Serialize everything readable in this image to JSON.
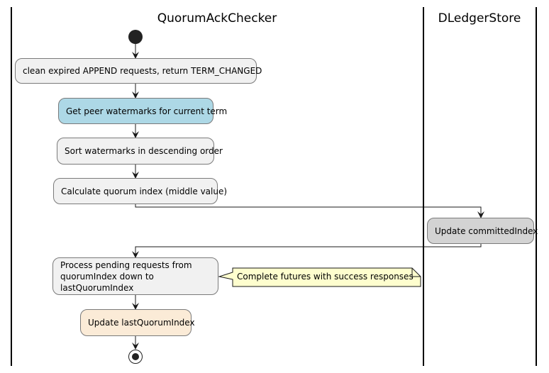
{
  "lanes": [
    {
      "title": "QuorumAckChecker"
    },
    {
      "title": "DLedgerStore"
    }
  ],
  "nodes": {
    "clean_expired": {
      "label": "clean expired APPEND requests, return TERM_CHANGED",
      "fill": "#f1f1f1"
    },
    "get_watermarks": {
      "label": "Get peer watermarks for current term",
      "fill": "#add8e6"
    },
    "sort_watermarks": {
      "label": "Sort watermarks in descending order",
      "fill": "#f1f1f1"
    },
    "calc_quorum": {
      "label": "Calculate quorum index (middle value)",
      "fill": "#f1f1f1"
    },
    "update_committed": {
      "label": "Update committedIndex",
      "fill": "#d3d3d3"
    },
    "process_pending": {
      "label": "Process pending requests from\nquorumIndex down to lastQuorumIndex",
      "fill": "#f1f1f1"
    },
    "update_last_quorum": {
      "label": "Update lastQuorumIndex",
      "fill": "#fbebd7"
    }
  },
  "note": {
    "text": "Complete futures with success responses",
    "fill": "#fefece"
  }
}
